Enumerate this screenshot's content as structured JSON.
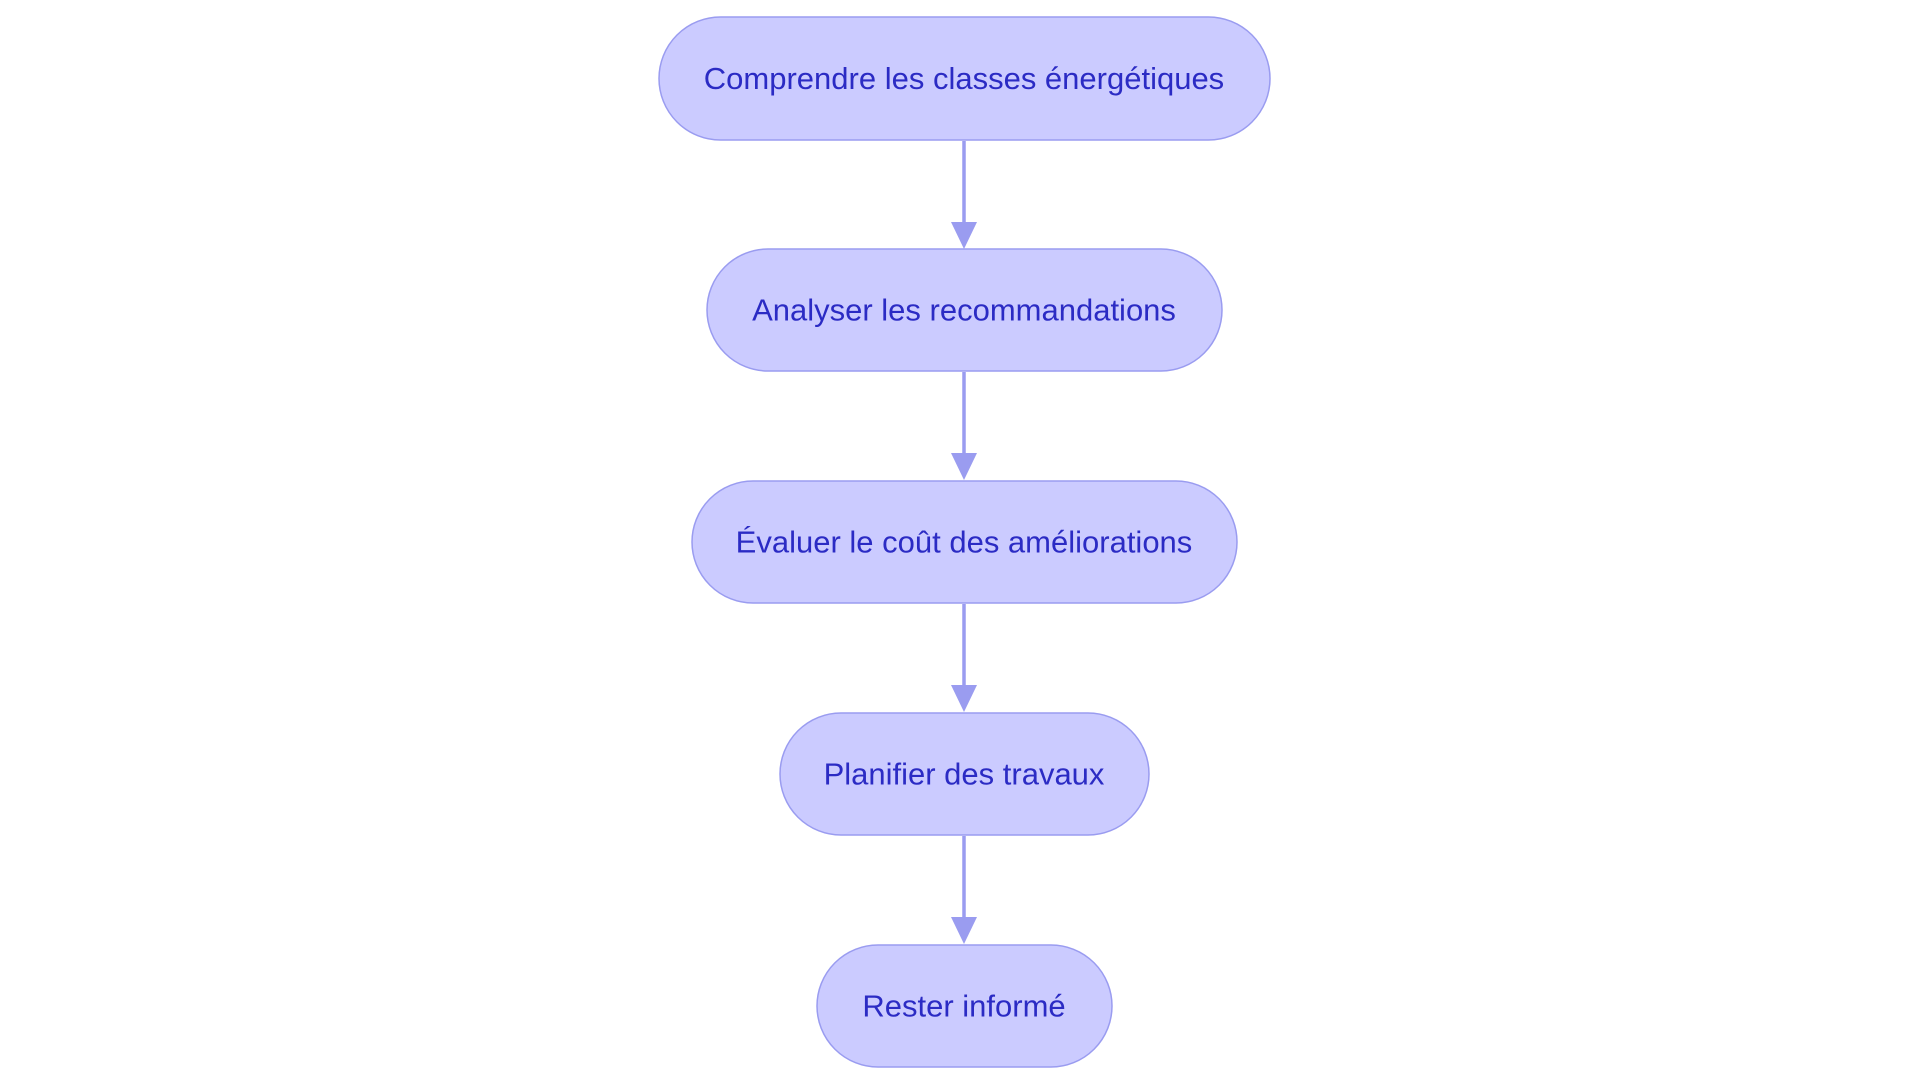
{
  "diagram": {
    "type": "flowchart",
    "direction": "top-to-bottom",
    "colors": {
      "node_fill": "#cbcbff",
      "node_border": "#9a9cf0",
      "node_text": "#2b2bc4",
      "edge": "#9a9cf0",
      "background": "#ffffff"
    },
    "nodes": [
      {
        "id": "n1",
        "label": "Comprendre les classes énergétiques"
      },
      {
        "id": "n2",
        "label": "Analyser les recommandations"
      },
      {
        "id": "n3",
        "label": "Évaluer le coût des améliorations"
      },
      {
        "id": "n4",
        "label": "Planifier des travaux"
      },
      {
        "id": "n5",
        "label": "Rester informé"
      }
    ],
    "edges": [
      {
        "from": "n1",
        "to": "n2"
      },
      {
        "from": "n2",
        "to": "n3"
      },
      {
        "from": "n3",
        "to": "n4"
      },
      {
        "from": "n4",
        "to": "n5"
      }
    ]
  }
}
